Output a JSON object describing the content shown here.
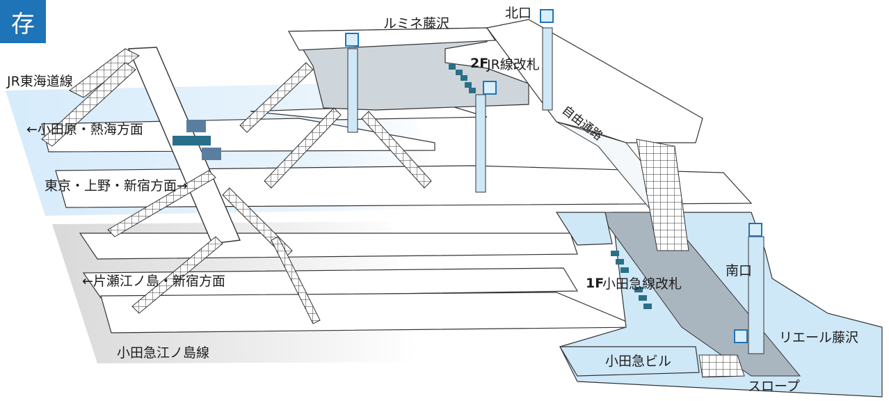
{
  "badge": "存",
  "labels": {
    "jr_tokaido_line": "JR東海道線",
    "odawara_atami": "←小田原・熱海方面",
    "tokyo_ueno_shinjuku": "東京・上野・新宿方面→",
    "katase_enoshima_shinjuku": "←片瀬江ノ島・新宿方面",
    "odakyu_enoshima_line": "小田急江ノ島線",
    "lumine": "ルミネ藤沢",
    "north_exit": "北口",
    "floor_2f": "2F",
    "jr_gate": "JR線改札",
    "free_passage": "自由通路",
    "south_exit": "南口",
    "floor_1f": "1F",
    "odakyu_gate": "小田急線改札",
    "reel": "リエール藤沢",
    "odakyu_building": "小田急ビル",
    "slope": "スロープ"
  },
  "icons": {
    "elevator": "elevator-icon",
    "wheelchair": "wheelchair-icon"
  },
  "colors": {
    "badge_blue": "#1f73b7",
    "jr_band": "#dcefff",
    "odakyu_band": "#e6e6e6",
    "gate_dark": "#2a6f89",
    "concourse": "#cfd6db",
    "light_blue_fill": "#cfe8f8"
  }
}
